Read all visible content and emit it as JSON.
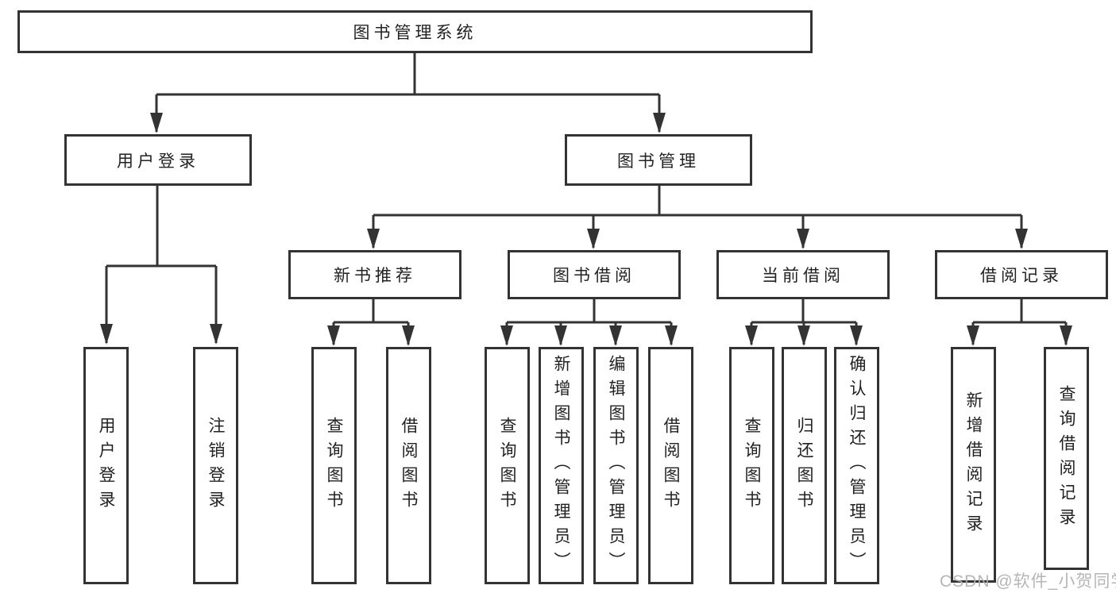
{
  "title": "图书管理系统",
  "nodes": {
    "root": "图书管理系统",
    "user_login": "用户登录",
    "book_mgmt": "图书管理",
    "leaf_user_login": "用户登录",
    "leaf_logout": "注销登录",
    "new_book_rec": "新书推荐",
    "book_borrow": "图书借阅",
    "current_borrow": "当前借阅",
    "borrow_record": "借阅记录",
    "rec_query_book": "查询图书",
    "rec_borrow_book": "借阅图书",
    "bb_query_book": "查询图书",
    "bb_add_book": "新增图书（管理员）",
    "bb_edit_book": "编辑图书（管理员）",
    "bb_borrow_book": "借阅图书",
    "cb_query_book": "查询图书",
    "cb_return_book": "归还图书",
    "cb_confirm_return": "确认归还（管理员）",
    "br_add_record": "新增借阅记录",
    "br_query_record": "查询借阅记录"
  },
  "hierarchy": {
    "图书管理系统": {
      "用户登录": [
        "用户登录",
        "注销登录"
      ],
      "图书管理": {
        "新书推荐": [
          "查询图书",
          "借阅图书"
        ],
        "图书借阅": [
          "查询图书",
          "新增图书（管理员）",
          "编辑图书（管理员）",
          "借阅图书"
        ],
        "当前借阅": [
          "查询图书",
          "归还图书",
          "确认归还（管理员）"
        ],
        "借阅记录": [
          "新增借阅记录",
          "查询借阅记录"
        ]
      }
    }
  },
  "watermark": "CSDN @软件_小贺同学",
  "colors": {
    "line": "#333333",
    "text": "#222222",
    "background": "#ffffff",
    "watermark": "#b0b0b0"
  }
}
